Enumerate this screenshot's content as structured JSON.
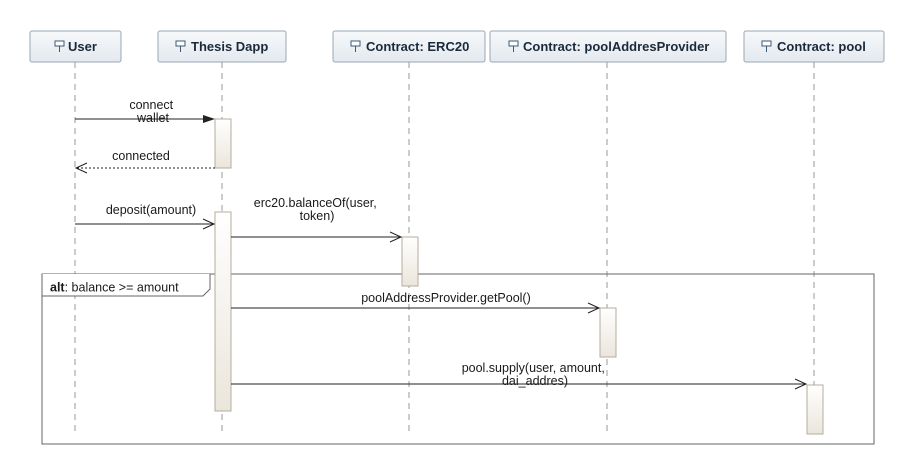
{
  "participants": [
    {
      "id": "user",
      "name": "User",
      "icon": "participant-icon"
    },
    {
      "id": "dapp",
      "name": "Thesis Dapp",
      "icon": "participant-icon"
    },
    {
      "id": "erc20",
      "name": "Contract: ERC20",
      "icon": "participant-icon"
    },
    {
      "id": "provider",
      "name": "Contract: poolAddresProvider",
      "icon": "participant-icon"
    },
    {
      "id": "pool",
      "name": "Contract: pool",
      "icon": "participant-icon"
    }
  ],
  "messages": [
    {
      "id": "m1",
      "from": "user",
      "to": "dapp",
      "kind": "sync",
      "lines": [
        "connect",
        "wallet"
      ]
    },
    {
      "id": "m2",
      "from": "dapp",
      "to": "user",
      "kind": "reply",
      "lines": [
        "connected"
      ]
    },
    {
      "id": "m3",
      "from": "user",
      "to": "dapp",
      "kind": "async",
      "lines": [
        "deposit(amount)"
      ]
    },
    {
      "id": "m4",
      "from": "dapp",
      "to": "erc20",
      "kind": "async",
      "lines": [
        "erc20.balanceOf(user,",
        "token)"
      ]
    },
    {
      "id": "m5",
      "from": "dapp",
      "to": "provider",
      "kind": "async",
      "lines": [
        "poolAddressProvider.getPool()"
      ]
    },
    {
      "id": "m6",
      "from": "dapp",
      "to": "pool",
      "kind": "async",
      "lines": [
        "pool.supply(user, amount,",
        "dai_addres)"
      ]
    }
  ],
  "fragment": {
    "operator": "alt",
    "guard": ": balance >= amount"
  },
  "colors": {
    "head_fill_top": "#f7f9fb",
    "head_fill_bottom": "#e3e9ef",
    "head_border": "#9aa7b3",
    "lifeline": "#9a9a9a",
    "activation_fill_top": "#ffffff",
    "activation_fill_bottom": "#ebe6dc",
    "activation_border": "#b5ac9e",
    "line": "#222222",
    "frame_border": "#666666"
  }
}
